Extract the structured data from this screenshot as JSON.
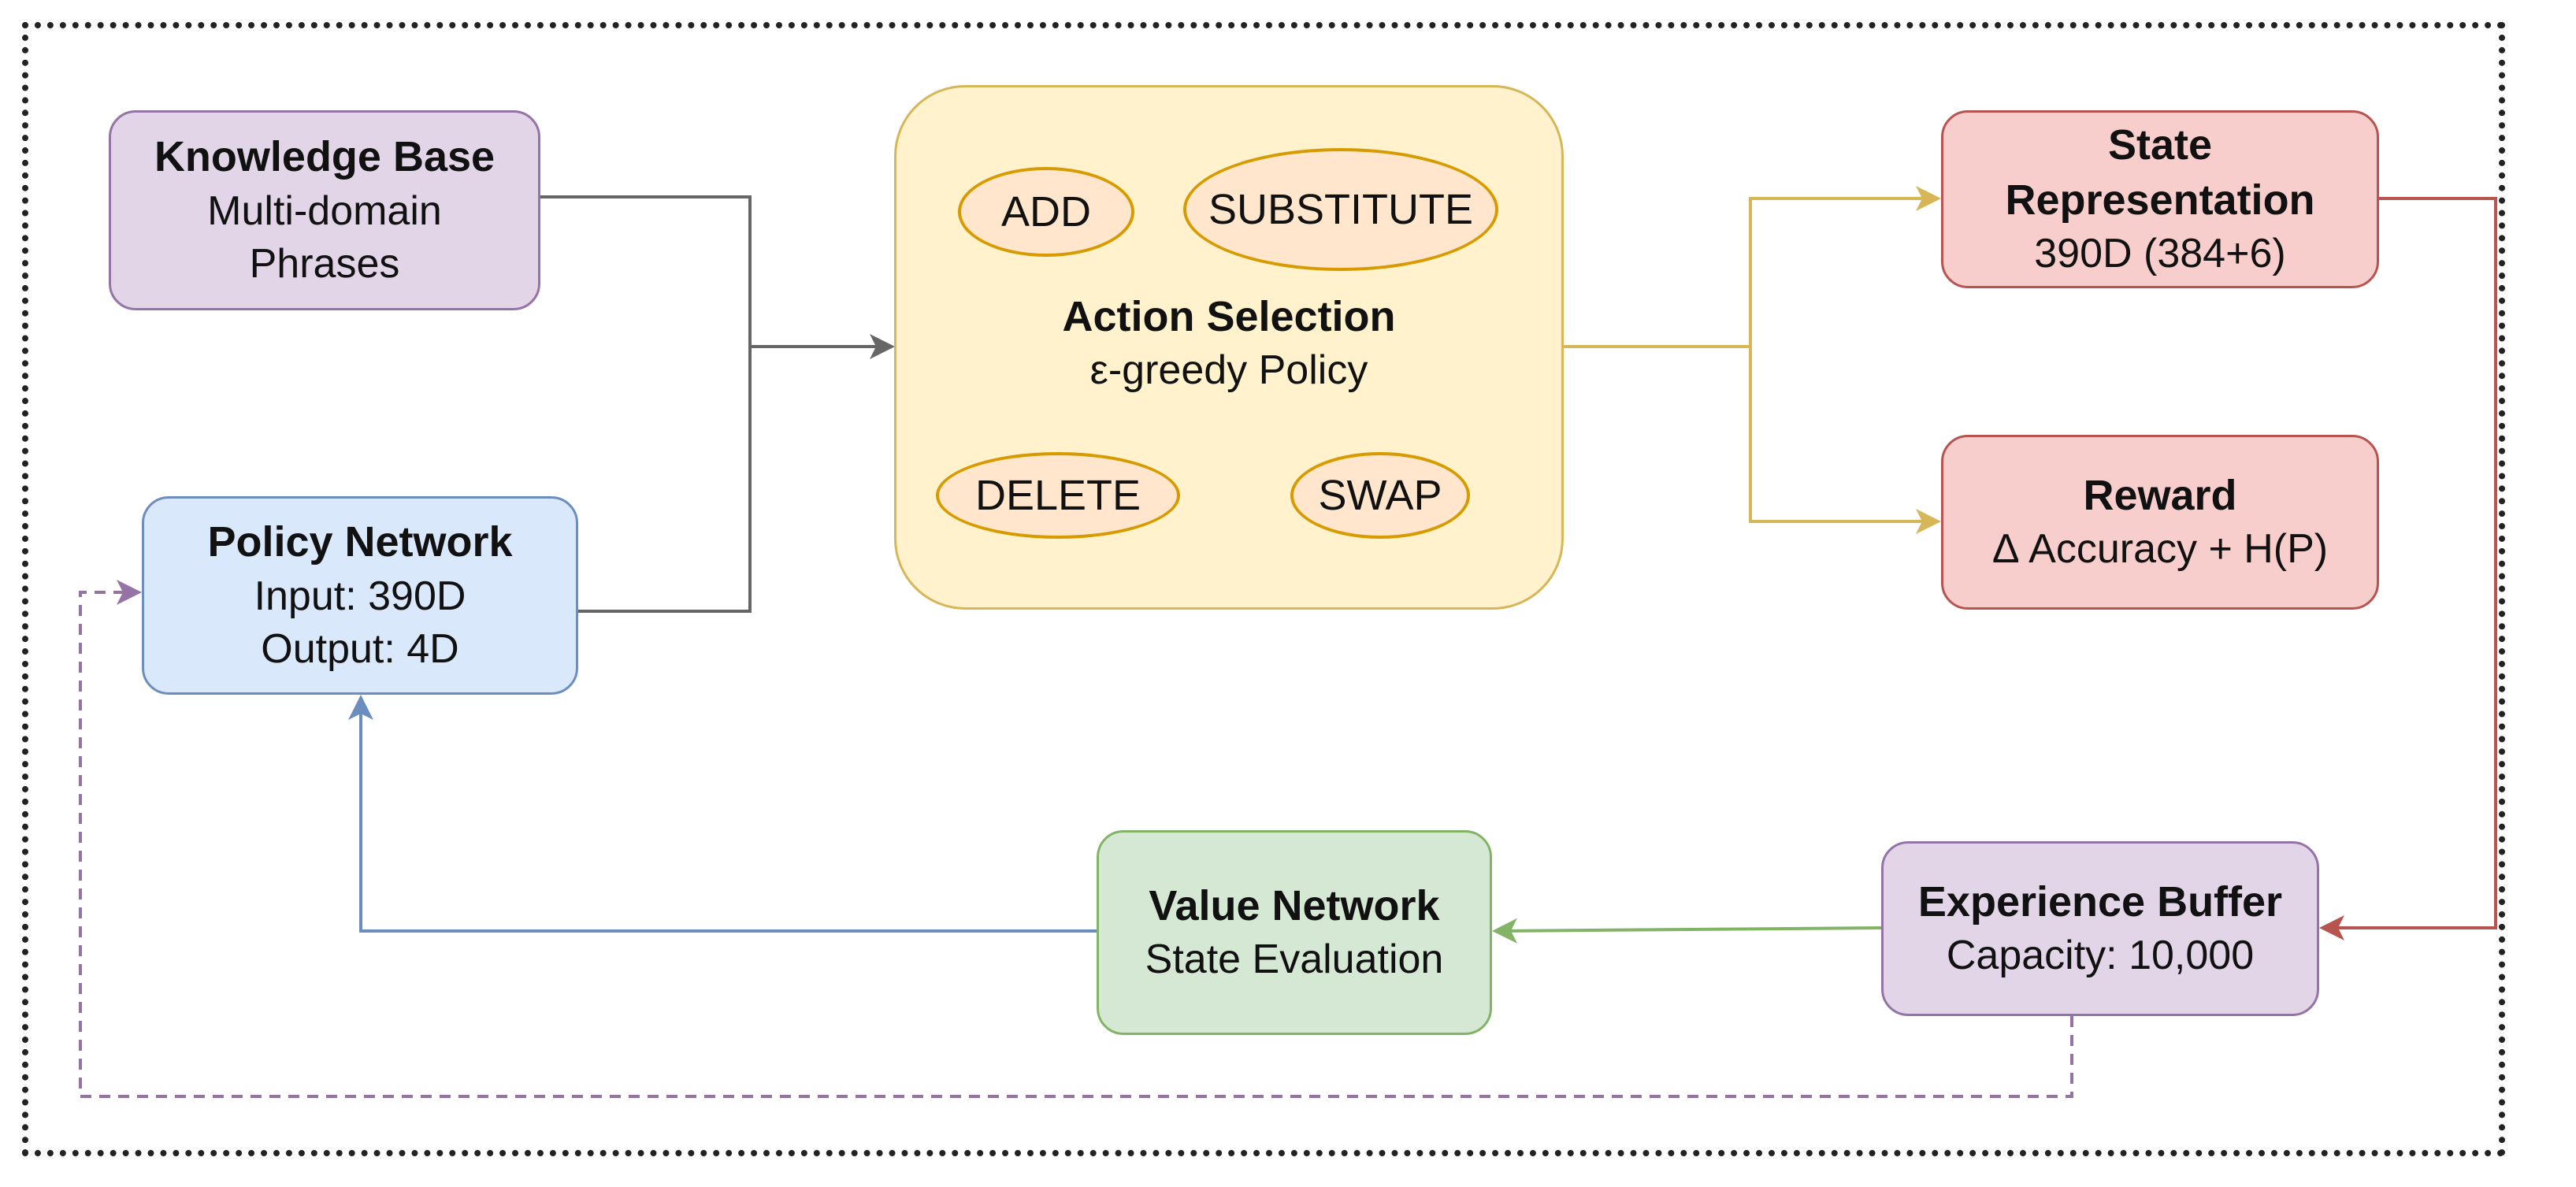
{
  "colors": {
    "gray_edge": "#666666",
    "orange_edge": "#d6b656",
    "red_edge": "#b85450",
    "green_edge": "#82b366",
    "blue_edge": "#6c8ebf",
    "purple_edge": "#9673a6"
  },
  "nodes": {
    "knowledge_base": {
      "title": "Knowledge Base",
      "line1": "Multi-domain",
      "line2": "Phrases"
    },
    "policy_network": {
      "title": "Policy Network",
      "line1": "Input: 390D",
      "line2": "Output: 4D"
    },
    "action_selection": {
      "title": "Action Selection",
      "subtitle": "ε-greedy Policy",
      "actions": [
        "ADD",
        "SUBSTITUTE",
        "DELETE",
        "SWAP"
      ]
    },
    "state_representation": {
      "title_line1": "State",
      "title_line2": "Representation",
      "line1": "390D (384+6)"
    },
    "reward": {
      "title": "Reward",
      "line1": "Δ Accuracy + H(P)"
    },
    "value_network": {
      "title": "Value Network",
      "line1": "State Evaluation"
    },
    "experience_buffer": {
      "title": "Experience Buffer",
      "line1": "Capacity: 10,000"
    }
  }
}
